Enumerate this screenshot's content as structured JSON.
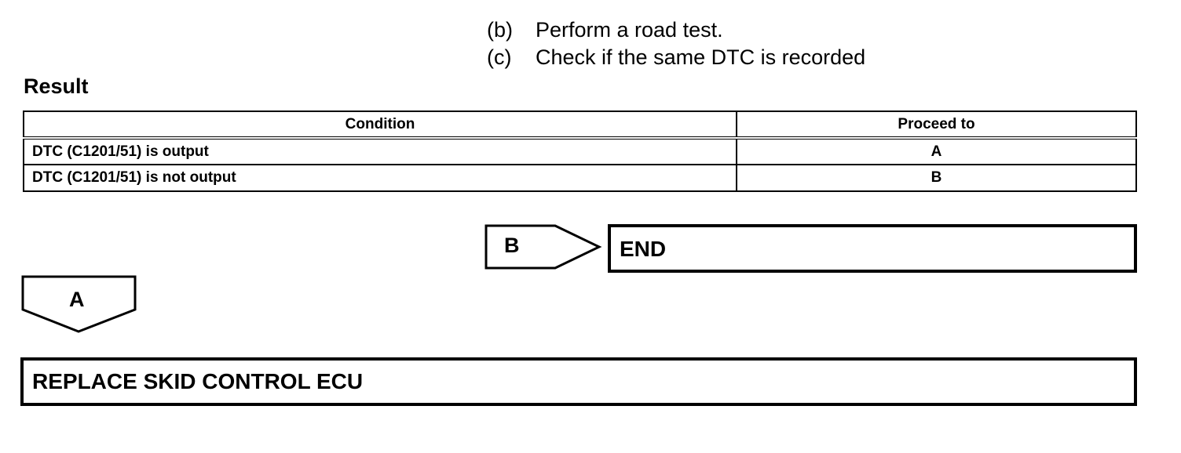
{
  "steps": [
    {
      "marker": "(b)",
      "text": "Perform a road test."
    },
    {
      "marker": "(c)",
      "text": "Check if the same DTC is recorded"
    }
  ],
  "result": {
    "heading": "Result",
    "columns": [
      "Condition",
      "Proceed to"
    ],
    "rows": [
      {
        "condition": "DTC (C1201/51) is output",
        "proceed": "A"
      },
      {
        "condition": "DTC (C1201/51) is not output",
        "proceed": "B"
      }
    ]
  },
  "flow": {
    "branch_b_label": "B",
    "end_label": "END",
    "branch_a_label": "A",
    "action_label": "REPLACE SKID CONTROL ECU"
  }
}
